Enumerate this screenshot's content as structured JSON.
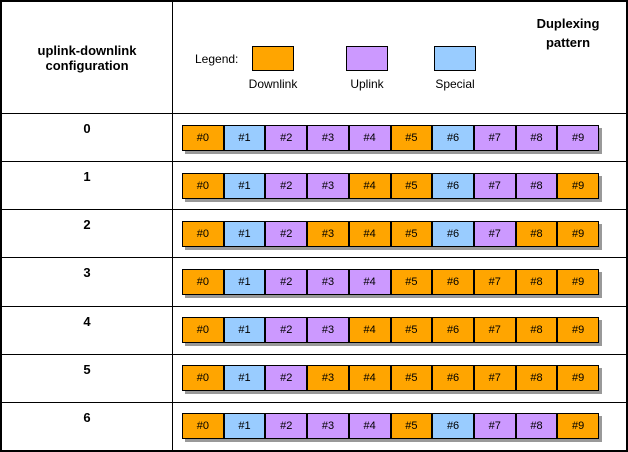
{
  "table": {
    "header": {
      "left_title": "uplink-downlink configuration",
      "right_title": "Duplexing pattern",
      "legend": {
        "label": "Legend:",
        "items": [
          {
            "name": "Downlink",
            "color": "#FFA500"
          },
          {
            "name": "Uplink",
            "color": "#CC99FF"
          },
          {
            "name": "Special",
            "color": "#99CCFF"
          }
        ]
      }
    },
    "subframe_labels": [
      "#0",
      "#1",
      "#2",
      "#3",
      "#4",
      "#5",
      "#6",
      "#7",
      "#8",
      "#9"
    ],
    "type_colors": {
      "D": "#FFA500",
      "U": "#CC99FF",
      "S": "#99CCFF"
    },
    "rows": [
      {
        "config": "0",
        "pattern": [
          "D",
          "S",
          "U",
          "U",
          "U",
          "D",
          "S",
          "U",
          "U",
          "U"
        ]
      },
      {
        "config": "1",
        "pattern": [
          "D",
          "S",
          "U",
          "U",
          "D",
          "D",
          "S",
          "U",
          "U",
          "D"
        ]
      },
      {
        "config": "2",
        "pattern": [
          "D",
          "S",
          "U",
          "D",
          "D",
          "D",
          "S",
          "U",
          "D",
          "D"
        ]
      },
      {
        "config": "3",
        "pattern": [
          "D",
          "S",
          "U",
          "U",
          "U",
          "D",
          "D",
          "D",
          "D",
          "D"
        ]
      },
      {
        "config": "4",
        "pattern": [
          "D",
          "S",
          "U",
          "U",
          "D",
          "D",
          "D",
          "D",
          "D",
          "D"
        ]
      },
      {
        "config": "5",
        "pattern": [
          "D",
          "S",
          "U",
          "D",
          "D",
          "D",
          "D",
          "D",
          "D",
          "D"
        ]
      },
      {
        "config": "6",
        "pattern": [
          "D",
          "S",
          "U",
          "U",
          "U",
          "D",
          "S",
          "U",
          "U",
          "D"
        ]
      }
    ]
  }
}
